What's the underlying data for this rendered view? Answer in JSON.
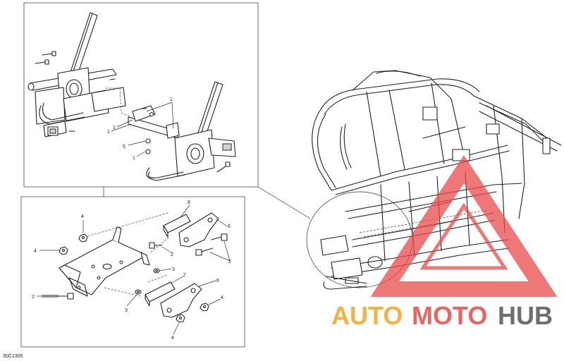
{
  "reference_code": "30C1305",
  "callouts": {
    "upper": [
      "1",
      "1",
      "1",
      "5",
      "1"
    ],
    "lower": [
      "4",
      "8",
      "6",
      "4",
      "2",
      "2",
      "3",
      "7",
      "6",
      "2",
      "3",
      "4",
      "4"
    ]
  },
  "watermark": {
    "part1": "AUTO",
    "part2": "MOTO",
    "part3": "HUB",
    "colors": {
      "auto": "#f2a623",
      "moto": "#e84a4a",
      "hub": "#555555"
    }
  }
}
